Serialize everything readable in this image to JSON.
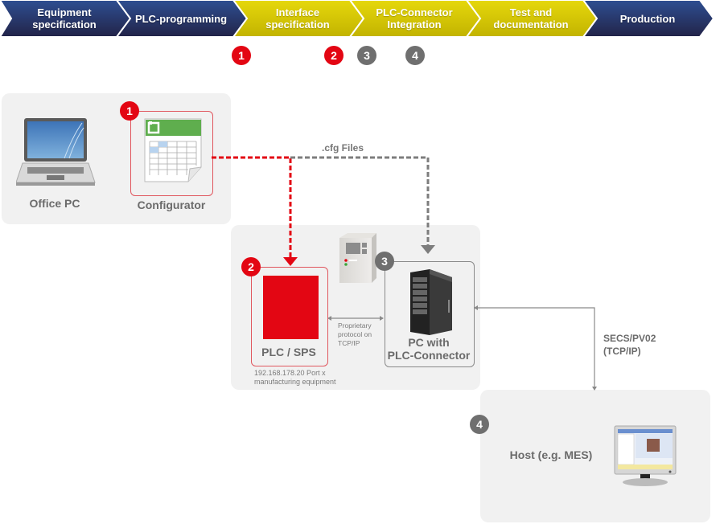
{
  "process_steps": [
    {
      "label": "Equipment\nspecification",
      "style": "blue"
    },
    {
      "label": "PLC-programming",
      "style": "blue"
    },
    {
      "label": "Interface\nspecification",
      "style": "yellow"
    },
    {
      "label": "PLC-Connector\nIntegration",
      "style": "yellow"
    },
    {
      "label": "Test and\ndocumentation",
      "style": "yellow"
    },
    {
      "label": "Production",
      "style": "blue"
    }
  ],
  "step_badges": [
    {
      "number": "1",
      "color": "red"
    },
    {
      "number": "2",
      "color": "red"
    },
    {
      "number": "3",
      "color": "gray"
    },
    {
      "number": "4",
      "color": "gray"
    }
  ],
  "colors": {
    "blue": "#26306a",
    "yellow": "#d4c400",
    "red": "#e30613",
    "gray": "#6f6f6f",
    "panel": "#f1f1f1"
  },
  "office": {
    "pc_label": "Office PC",
    "configurator_label": "Configurator",
    "badge": "1"
  },
  "connections": {
    "cfg_files_label": ".cfg Files",
    "proprietary_label": "Proprietary\nprotocol on\nTCP/IP",
    "secs_label": "SECS/PV02\n(TCP/IP)"
  },
  "plc": {
    "badge": "2",
    "label": "PLC / SPS",
    "address_note": "192.168.178.20 Port x\nmanufacturing equipment"
  },
  "connector_pc": {
    "badge": "3",
    "label": "PC with\nPLC-Connector"
  },
  "host": {
    "badge": "4",
    "label": "Host (e.g. MES)"
  }
}
